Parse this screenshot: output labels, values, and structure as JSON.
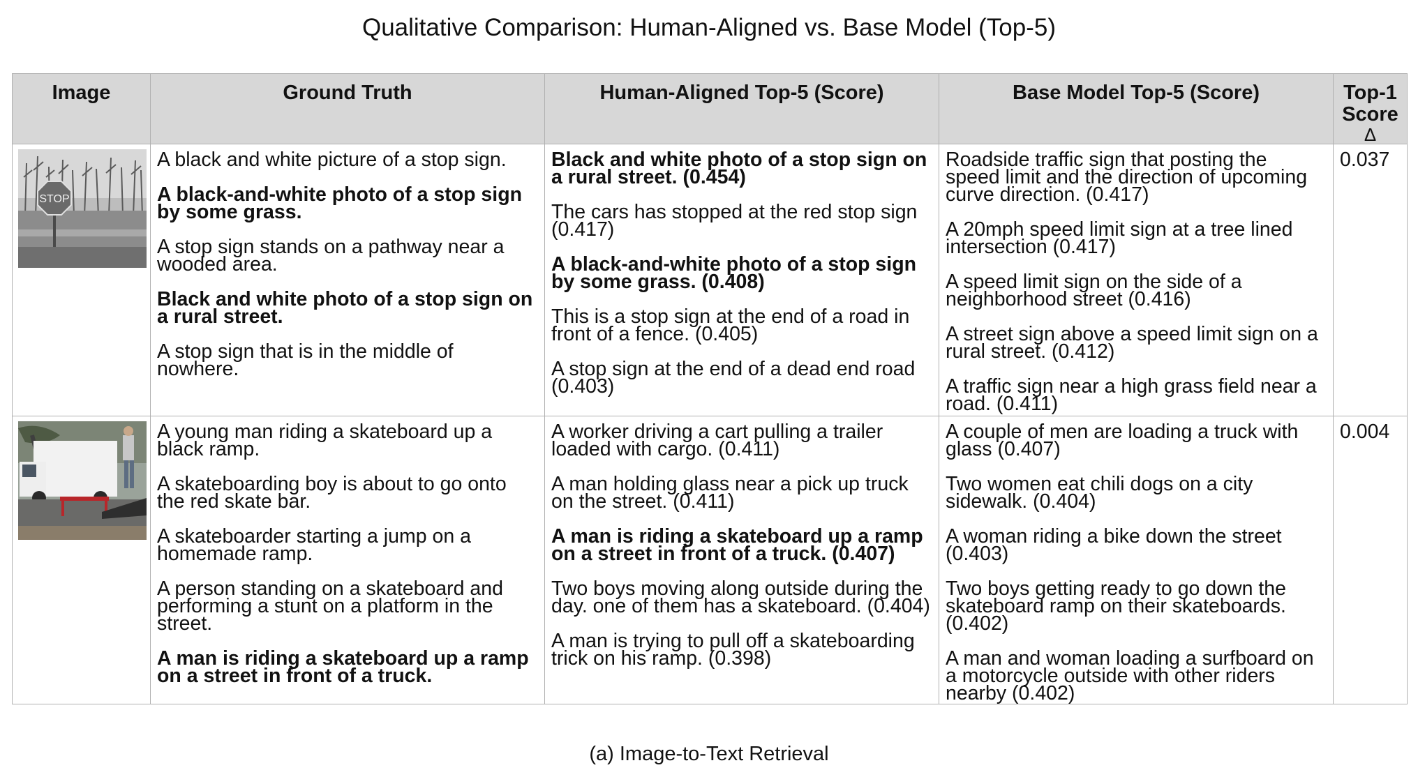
{
  "title": "Qualitative Comparison: Human-Aligned vs. Base Model (Top-5)",
  "caption": "(a) Image-to-Text Retrieval",
  "headers": {
    "image": "Image",
    "ground_truth": "Ground Truth",
    "human_aligned": "Human-Aligned Top-5 (Score)",
    "base_model": "Base Model Top-5 (Score)",
    "top1_line1": "Top-1",
    "top1_line2": "Score",
    "top1_delta": "Δ"
  },
  "rows": [
    {
      "image_icon": "stop-sign-photo",
      "ground_truth": [
        {
          "text": "A black and white picture of a stop sign.",
          "bold": false
        },
        {
          "text": "A black-and-white photo of a stop sign by some grass.",
          "bold": true
        },
        {
          "text": "A stop sign stands on a pathway near a wooded area.",
          "bold": false
        },
        {
          "text": "Black and white photo of a stop sign on a rural street.",
          "bold": true
        },
        {
          "text": "A stop sign that is in the middle of nowhere.",
          "bold": false
        }
      ],
      "human_aligned": [
        {
          "text": "Black and white photo of a stop sign on a rural street. (0.454)",
          "bold": true
        },
        {
          "text": "The cars has stopped at the red stop sign (0.417)",
          "bold": false
        },
        {
          "text": "A black-and-white photo of a stop sign by some grass. (0.408)",
          "bold": true
        },
        {
          "text": "This is a stop sign at the end of a road in front of a fence. (0.405)",
          "bold": false
        },
        {
          "text": "A stop sign at the end of a dead end road (0.403)",
          "bold": false
        }
      ],
      "base_model": [
        {
          "text": "Roadside traffic sign that posting the speed limit and the direction of upcoming curve direction. (0.417)",
          "bold": false
        },
        {
          "text": "A 20mph speed limit sign at a tree lined intersection (0.417)",
          "bold": false
        },
        {
          "text": "A speed limit sign on the side of a neighborhood street (0.416)",
          "bold": false
        },
        {
          "text": "A street sign above a speed limit sign on a rural street. (0.412)",
          "bold": false
        },
        {
          "text": "A traffic sign near a high grass field near a road. (0.411)",
          "bold": false
        }
      ],
      "top1_delta": "0.037"
    },
    {
      "image_icon": "skateboard-truck-photo",
      "ground_truth": [
        {
          "text": "A young man riding a skateboard up a black ramp.",
          "bold": false
        },
        {
          "text": "A skateboarding boy is about to go onto the red skate bar.",
          "bold": false
        },
        {
          "text": "A skateboarder starting a jump on a homemade ramp.",
          "bold": false
        },
        {
          "text": "A person standing on a skateboard and performing a stunt on a platform in the street.",
          "bold": false
        },
        {
          "text": "A man is riding a skateboard up a ramp on a street in front of a truck.",
          "bold": true
        }
      ],
      "human_aligned": [
        {
          "text": "A worker driving a cart pulling a trailer loaded with cargo. (0.411)",
          "bold": false
        },
        {
          "text": "A man holding glass near a pick up truck on the street. (0.411)",
          "bold": false
        },
        {
          "text": "A man is riding a skateboard up a ramp on a street in front of a truck. (0.407)",
          "bold": true
        },
        {
          "text": "Two boys moving along outside during the day. one of them has a skateboard. (0.404)",
          "bold": false
        },
        {
          "text": "A man is trying to pull off a skateboarding trick on his ramp. (0.398)",
          "bold": false
        }
      ],
      "base_model": [
        {
          "text": "A couple of men are loading a truck with glass (0.407)",
          "bold": false
        },
        {
          "text": "Two women eat chili dogs on a city sidewalk. (0.404)",
          "bold": false
        },
        {
          "text": "A woman riding a bike down the street (0.403)",
          "bold": false
        },
        {
          "text": "Two boys getting ready to go down the skateboard ramp on their skateboards. (0.402)",
          "bold": false
        },
        {
          "text": "A man and woman loading a surfboard on a motorcycle outside with other riders nearby (0.402)",
          "bold": false
        }
      ],
      "top1_delta": "0.004"
    }
  ]
}
